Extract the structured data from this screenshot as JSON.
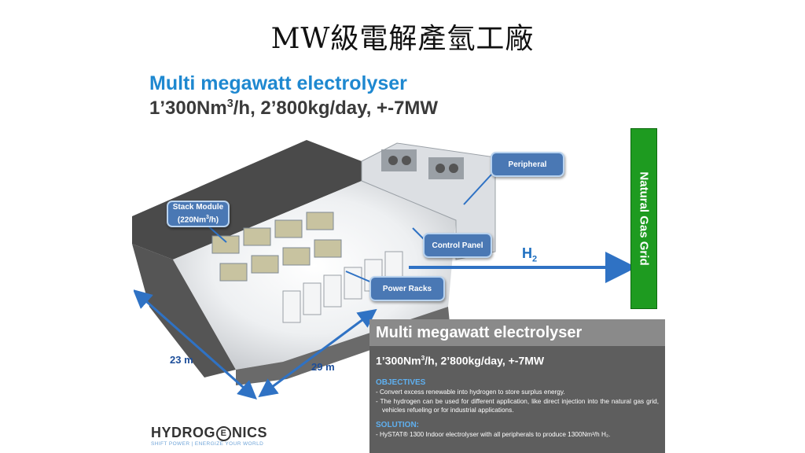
{
  "title": "MW級電解產氫工廠",
  "headline": "Multi megawatt electrolyser",
  "subhead": {
    "part1": "1’300Nm",
    "sup": "3",
    "part2": "/h, 2’800kg/day, +-7MW"
  },
  "callouts": {
    "stack_module_line1": "Stack Module",
    "stack_module_line2_pre": "(220Nm",
    "stack_module_sup": "3",
    "stack_module_line2_post": "/h)",
    "peripheral": "Peripheral",
    "control_panel": "Control Panel",
    "power_racks": "Power Racks"
  },
  "gas_grid": "Natural Gas Grid",
  "h2": {
    "main": "H",
    "sub": "2"
  },
  "dimensions": {
    "width": "23 m",
    "length": "29 m"
  },
  "panel": {
    "heading": "Multi megawatt electrolyser",
    "sub_part1": "1’300Nm",
    "sub_sup": "3",
    "sub_part2": "/h, 2’800kg/day, +-7MW",
    "objectives_title": "OBJECTIVES",
    "objectives": [
      "- Convert excess renewable into hydrogen to store surplus energy.",
      "- The hydrogen can be used for different application, like direct injection into the natural gas grid, vehicles refueling or for industrial applications."
    ],
    "solution_title": "SOLUTION:",
    "solution": "- HySTAT® 1300 Indoor electrolyser with all peripherals to produce 1300Nm³/h H₂."
  },
  "logo": {
    "pre": "HYDROG",
    "mid": "E",
    "post": "NICS"
  },
  "tagline": "SHIFT POWER | ENERGIZE YOUR WORLD",
  "colors": {
    "accent_blue": "#1e88d0",
    "callout_blue": "#4a78b4",
    "grid_green": "#1e9b20",
    "panel_gray": "#5e5e5e"
  }
}
